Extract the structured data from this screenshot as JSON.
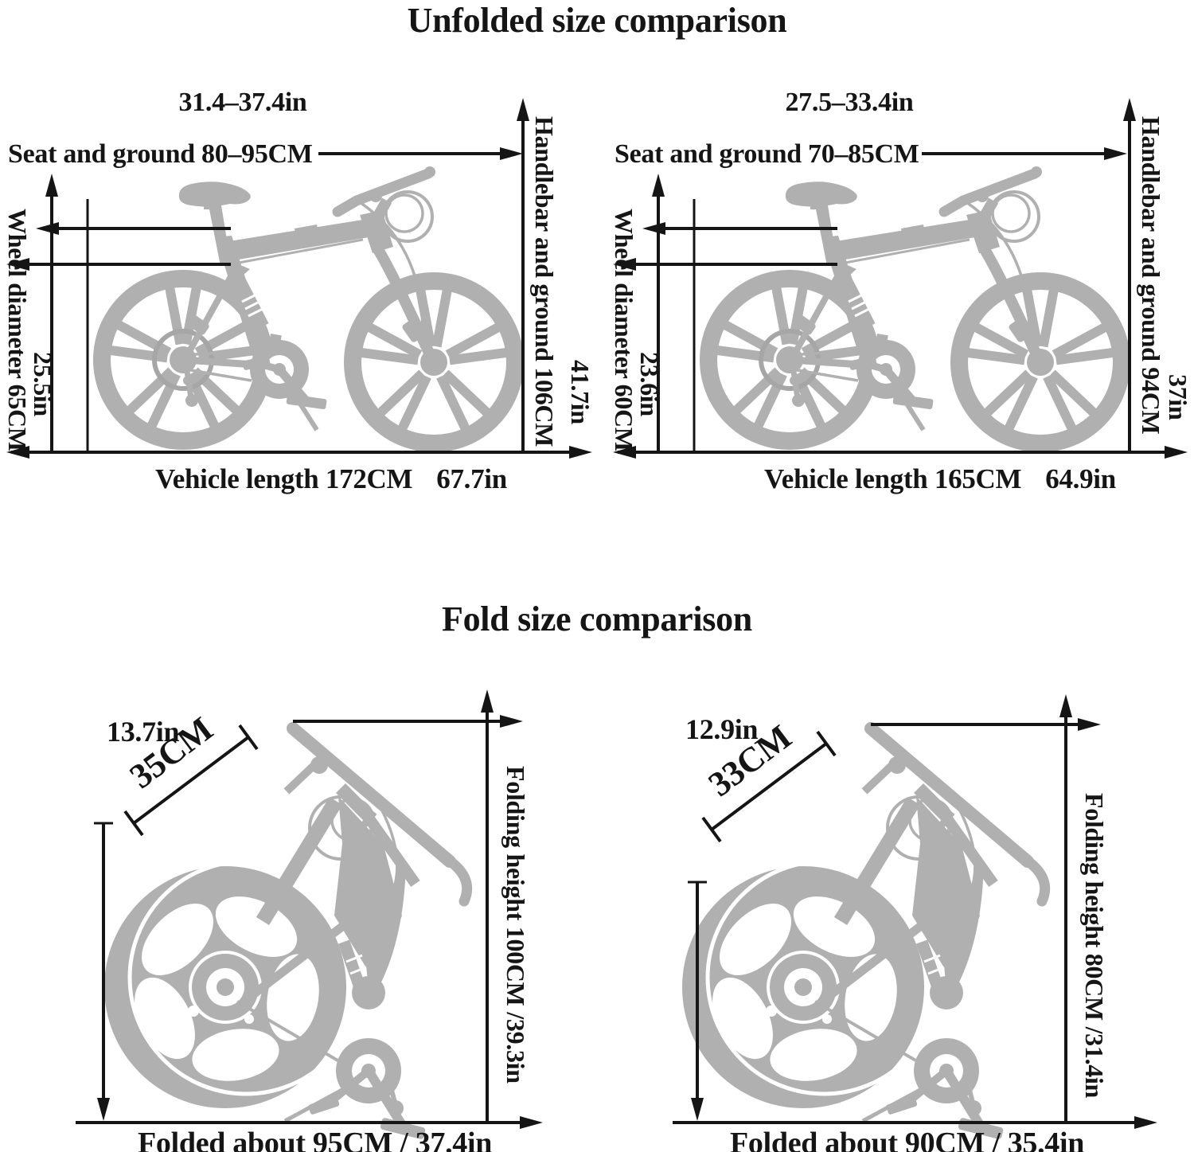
{
  "colors": {
    "silhouette": "#b0b0b0",
    "line": "#151515",
    "background": "#ffffff"
  },
  "sections": {
    "unfolded": {
      "title": "Unfolded size comparison",
      "left": {
        "height_range_in": "31.4–37.4in",
        "seat_ground": "Seat and ground 80–95CM",
        "wheel_diameter": "Wheel diameter 65CM",
        "wheel_diameter_in": "25.5in",
        "handlebar_ground": "Handlebar and ground 106CM",
        "handlebar_ground_in": "41.7in",
        "vehicle_length": "Vehicle length 172CM",
        "vehicle_length_in": "67.7in"
      },
      "right": {
        "height_range_in": "27.5–33.4in",
        "seat_ground": "Seat and ground 70–85CM",
        "wheel_diameter": "Wheel diameter 60CM",
        "wheel_diameter_in": "23.6in",
        "handlebar_ground": "Handlebar and ground 94CM",
        "handlebar_ground_in": "37in",
        "vehicle_length": "Vehicle length 165CM",
        "vehicle_length_in": "64.9in"
      }
    },
    "folded": {
      "title": "Fold size comparison",
      "left": {
        "width_in": "13.7in",
        "width_cm": "35CM",
        "folding_height": "Folding height 100CM /39.3in",
        "folded_about": "Folded about 95CM / 37.4in"
      },
      "right": {
        "width_in": "12.9in",
        "width_cm": "33CM",
        "folding_height": "Folding height 80CM /31.4in",
        "folded_about": "Folded about 90CM / 35.4in"
      }
    }
  }
}
